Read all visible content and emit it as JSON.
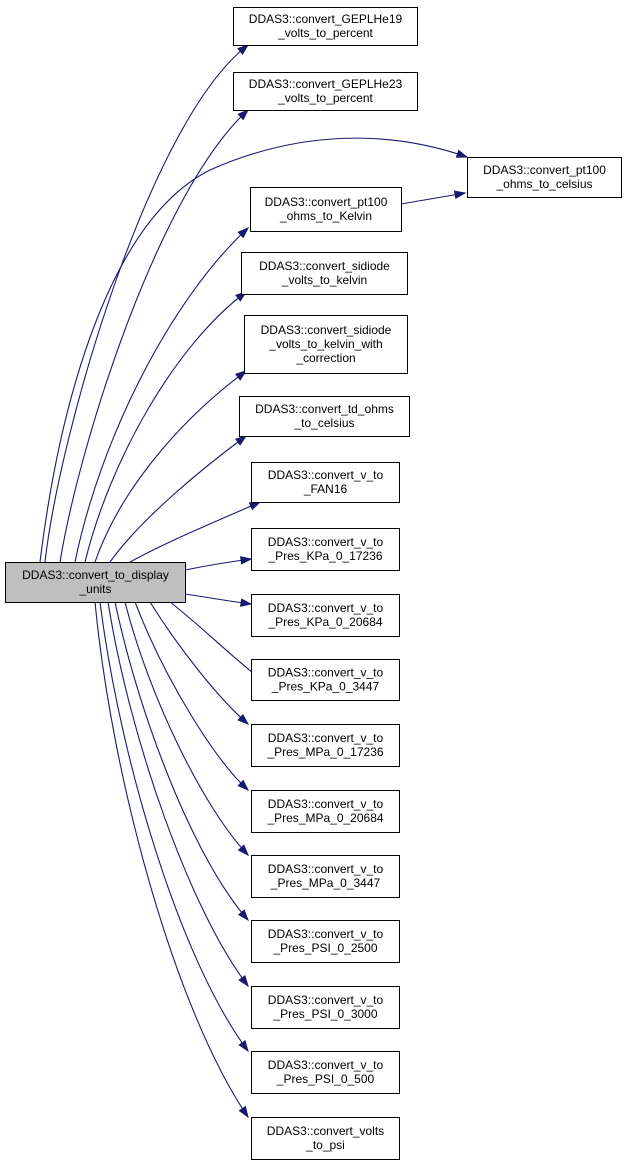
{
  "colors": {
    "edge": "#191970",
    "root_fill": "#bfbfbf",
    "node_fill": "#ffffff",
    "border": "#000000"
  },
  "root": {
    "lines": [
      "DDAS3::convert_to_display",
      "_units"
    ]
  },
  "callees": [
    {
      "id": "n1",
      "lines": [
        "DDAS3::convert_GEPLHe19",
        "_volts_to_percent"
      ]
    },
    {
      "id": "n2",
      "lines": [
        "DDAS3::convert_GEPLHe23",
        "_volts_to_percent"
      ]
    },
    {
      "id": "n3",
      "lines": [
        "DDAS3::convert_pt100",
        "_ohms_to_celsius"
      ]
    },
    {
      "id": "n4",
      "lines": [
        "DDAS3::convert_pt100",
        "_ohms_to_Kelvin"
      ]
    },
    {
      "id": "n5",
      "lines": [
        "DDAS3::convert_sidiode",
        "_volts_to_kelvin"
      ]
    },
    {
      "id": "n6",
      "lines": [
        "DDAS3::convert_sidiode",
        "_volts_to_kelvin_with",
        "_correction"
      ]
    },
    {
      "id": "n7",
      "lines": [
        "DDAS3::convert_td_ohms",
        "_to_celsius"
      ]
    },
    {
      "id": "n8",
      "lines": [
        "DDAS3::convert_v_to",
        "_FAN16"
      ]
    },
    {
      "id": "n9",
      "lines": [
        "DDAS3::convert_v_to",
        "_Pres_KPa_0_17236"
      ]
    },
    {
      "id": "n10",
      "lines": [
        "DDAS3::convert_v_to",
        "_Pres_KPa_0_20684"
      ]
    },
    {
      "id": "n11",
      "lines": [
        "DDAS3::convert_v_to",
        "_Pres_KPa_0_3447"
      ]
    },
    {
      "id": "n12",
      "lines": [
        "DDAS3::convert_v_to",
        "_Pres_MPa_0_17236"
      ]
    },
    {
      "id": "n13",
      "lines": [
        "DDAS3::convert_v_to",
        "_Pres_MPa_0_20684"
      ]
    },
    {
      "id": "n14",
      "lines": [
        "DDAS3::convert_v_to",
        "_Pres_MPa_0_3447"
      ]
    },
    {
      "id": "n15",
      "lines": [
        "DDAS3::convert_v_to",
        "_Pres_PSI_0_2500"
      ]
    },
    {
      "id": "n16",
      "lines": [
        "DDAS3::convert_v_to",
        "_Pres_PSI_0_3000"
      ]
    },
    {
      "id": "n17",
      "lines": [
        "DDAS3::convert_v_to",
        "_Pres_PSI_0_500"
      ]
    },
    {
      "id": "n18",
      "lines": [
        "DDAS3::convert_volts",
        "_to_psi"
      ]
    }
  ],
  "edges": [
    {
      "from": "root",
      "to": "n1"
    },
    {
      "from": "root",
      "to": "n2"
    },
    {
      "from": "root",
      "to": "n3"
    },
    {
      "from": "root",
      "to": "n4"
    },
    {
      "from": "root",
      "to": "n5"
    },
    {
      "from": "root",
      "to": "n6"
    },
    {
      "from": "root",
      "to": "n7"
    },
    {
      "from": "root",
      "to": "n8"
    },
    {
      "from": "root",
      "to": "n9"
    },
    {
      "from": "root",
      "to": "n10"
    },
    {
      "from": "root",
      "to": "n11"
    },
    {
      "from": "root",
      "to": "n12"
    },
    {
      "from": "root",
      "to": "n13"
    },
    {
      "from": "root",
      "to": "n14"
    },
    {
      "from": "root",
      "to": "n15"
    },
    {
      "from": "root",
      "to": "n16"
    },
    {
      "from": "root",
      "to": "n17"
    },
    {
      "from": "root",
      "to": "n18"
    },
    {
      "from": "n4",
      "to": "n3"
    }
  ]
}
